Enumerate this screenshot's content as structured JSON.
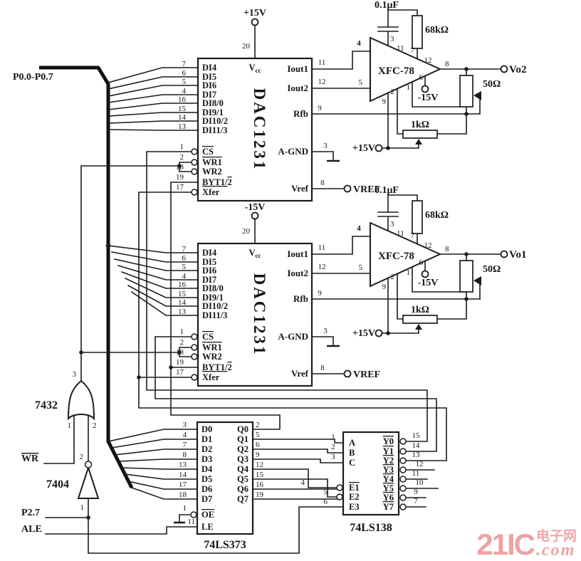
{
  "watermark": {
    "brand": "21IC",
    "cn": "电子网",
    "com": ".com",
    "color": "#eda3a3"
  },
  "signals": {
    "bus": "P0.0-P0.7",
    "wr": "WR",
    "p27": "P2.7",
    "ale": "ALE",
    "vref": "VREF",
    "vo1": "Vo1",
    "vo2": "Vo2"
  },
  "supplies": {
    "plus15": "+15V",
    "minus15": "-15V",
    "dac1_vcc": "+15V",
    "dac2_vcc": "-15V"
  },
  "dac": {
    "name": "DAC1231",
    "vcc_v": "V",
    "vcc_sub": "cc",
    "vcc_pin": "20",
    "data_pins": [
      [
        "7",
        "DI4"
      ],
      [
        "6",
        "DI5"
      ],
      [
        "5",
        "DI6"
      ],
      [
        "4",
        "DI7"
      ],
      [
        "16",
        "DI8/0"
      ],
      [
        "15",
        "DI9/1"
      ],
      [
        "14",
        "DI10/2"
      ],
      [
        "13",
        "DI11/3"
      ]
    ],
    "cs": [
      "1",
      "CS"
    ],
    "wr1": [
      "2",
      "WR1"
    ],
    "wr2": [
      "18",
      "WR2"
    ],
    "byt": [
      "19",
      "BYT1/",
      "2"
    ],
    "xfer": [
      "17",
      "Xfer"
    ],
    "iout1": [
      "11",
      "Iout1"
    ],
    "iout2": [
      "12",
      "Iout2"
    ],
    "rfb": [
      "9",
      "Rfb"
    ],
    "agnd": [
      "3",
      "A-GND"
    ],
    "vref": [
      "8",
      "Vref"
    ]
  },
  "opamp": {
    "name": "XFC-78",
    "cap": "0.1μF",
    "rf": "68kΩ",
    "rload": "50Ω",
    "rpot": "1kΩ",
    "p1": "1",
    "p2": "2",
    "p3": "3",
    "p4": "4",
    "p5": "5",
    "p6": "6",
    "p7": "7",
    "p8": "8",
    "p9": "9",
    "p11": "11",
    "p12": "12"
  },
  "ls373": {
    "name": "74LS373",
    "d": [
      [
        "3",
        "D0"
      ],
      [
        "4",
        "D1"
      ],
      [
        "7",
        "D2"
      ],
      [
        "8",
        "D3"
      ],
      [
        "13",
        "D4"
      ],
      [
        "14",
        "D5"
      ],
      [
        "17",
        "D6"
      ],
      [
        "18",
        "D7"
      ]
    ],
    "q": [
      [
        "2",
        "Q0"
      ],
      [
        "5",
        "Q1"
      ],
      [
        "6",
        "Q2"
      ],
      [
        "9",
        "Q3"
      ],
      [
        "12",
        "Q4"
      ],
      [
        "15",
        "Q5"
      ],
      [
        "16",
        "Q6"
      ],
      [
        "19",
        "Q7"
      ]
    ],
    "oe": [
      "1",
      "OE"
    ],
    "le": [
      "11",
      "LE"
    ]
  },
  "ls138": {
    "name": "74LS138",
    "abc": [
      [
        "1",
        "A"
      ],
      [
        "2",
        "B"
      ],
      [
        "3",
        "C"
      ]
    ],
    "en": [
      [
        "4",
        "E1"
      ],
      [
        "5",
        "E2"
      ],
      [
        "6",
        "E3"
      ]
    ],
    "y": [
      [
        "15",
        "Y0"
      ],
      [
        "14",
        "Y1"
      ],
      [
        "13",
        "Y2"
      ],
      [
        "12",
        "Y3"
      ],
      [
        "11",
        "Y4"
      ],
      [
        "10",
        "Y5"
      ],
      [
        "9",
        "Y6"
      ],
      [
        "7",
        "Y7"
      ]
    ]
  },
  "gates": {
    "or_name": "7432",
    "or_in1": "1",
    "or_in2": "2",
    "or_out": "3",
    "not_name": "7404",
    "not_in": "1",
    "not_out": "2"
  }
}
